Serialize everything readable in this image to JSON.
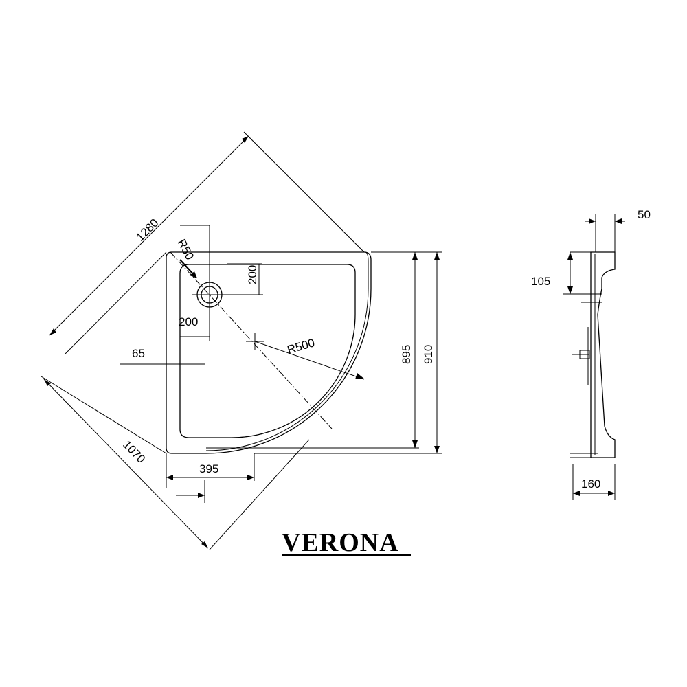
{
  "title": "VERONA",
  "plan_view": {
    "diagonal_width": "1280",
    "depth_diagonal": "1070",
    "inner_length": "895",
    "outer_length": "910",
    "drain_offset_top": "200",
    "drain_offset_left": "200",
    "drain_radius": "R50",
    "rim_width": "65",
    "corner_radius": "R500",
    "straight_edge": "395"
  },
  "section_view": {
    "rim_width": "50",
    "rim_height": "105",
    "total_height": "160"
  }
}
